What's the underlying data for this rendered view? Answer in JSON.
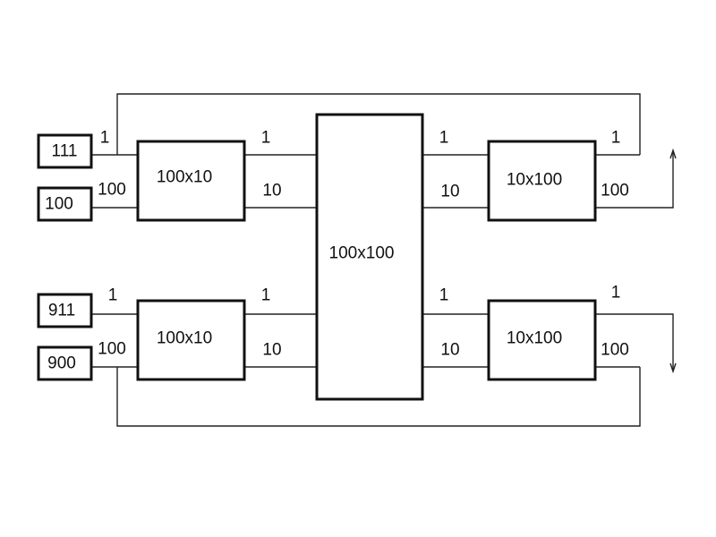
{
  "inputs": {
    "top_a": "111",
    "top_b": "100",
    "bottom_a": "911",
    "bottom_b": "900"
  },
  "blocks": {
    "encoder_top": "100x10",
    "encoder_bottom": "100x10",
    "center": "100x100",
    "decoder_top": "10x100",
    "decoder_bottom": "10x100"
  },
  "wire_labels": {
    "one": "1",
    "ten": "10",
    "hundred": "100"
  }
}
